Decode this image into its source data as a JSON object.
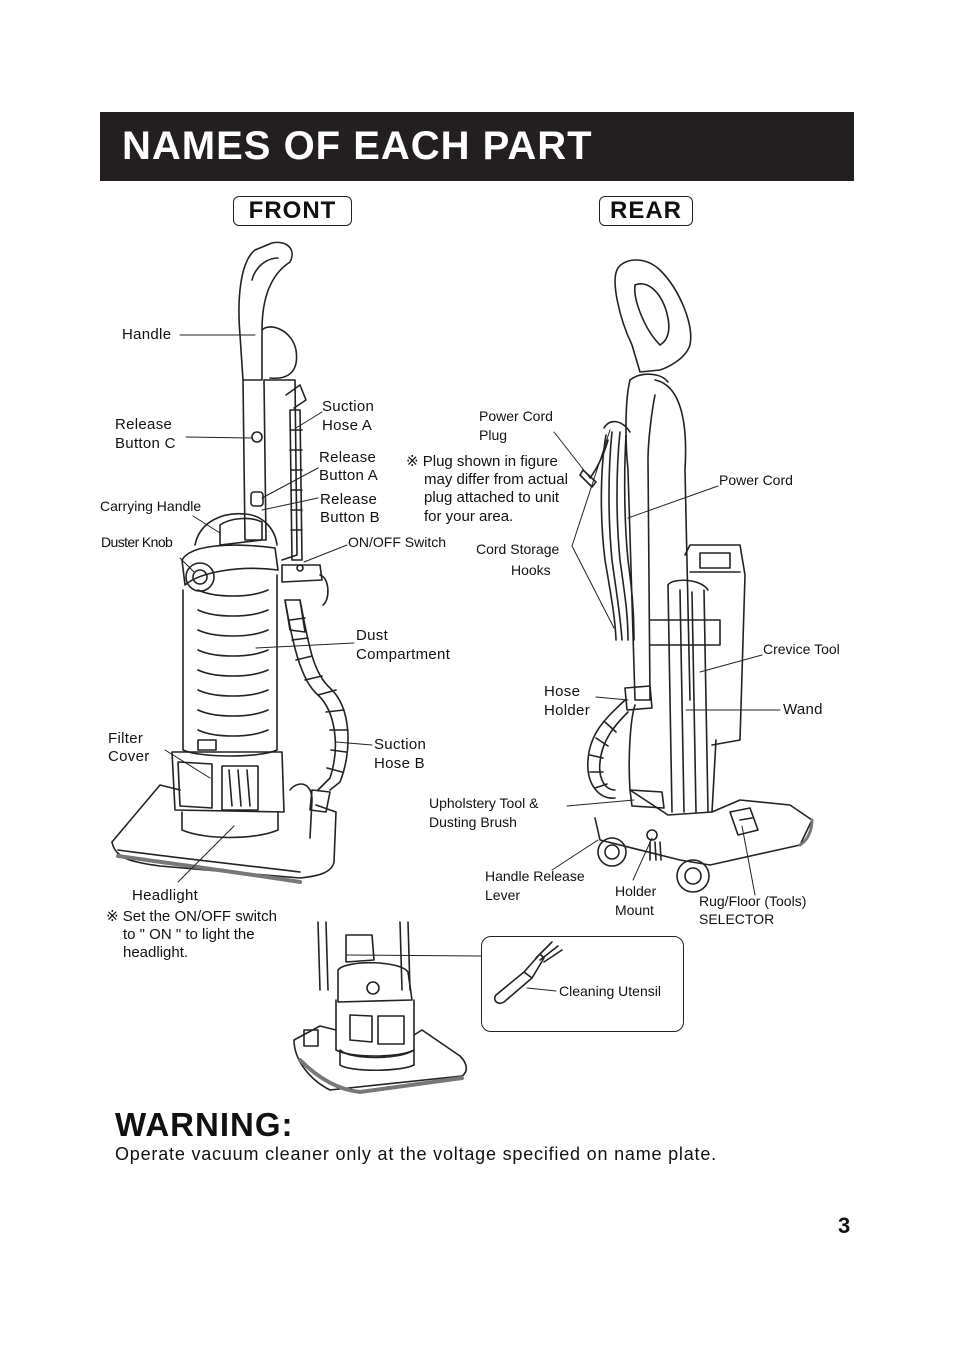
{
  "header": {
    "title": "NAMES OF EACH PART"
  },
  "views": {
    "front": "FRONT",
    "rear": "REAR"
  },
  "front_labels": {
    "handle": "Handle",
    "release_c_1": "Release",
    "release_c_2": "Button C",
    "carrying_handle": "Carrying Handle",
    "duster_knob": "Duster Knob",
    "suction_a_1": "Suction",
    "suction_a_2": "Hose A",
    "release_a_1": "Release",
    "release_a_2": "Button A",
    "release_b_1": "Release",
    "release_b_2": "Button B",
    "onoff_switch": "ON/OFF Switch",
    "dust_1": "Dust",
    "dust_2": "Compartment",
    "filter_1": "Filter",
    "filter_2": "Cover",
    "suction_b_1": "Suction",
    "suction_b_2": "Hose B",
    "headlight": "Headlight",
    "headlight_note_1": "※ Set the ON/OFF switch",
    "headlight_note_2": "to \" ON \" to light the",
    "headlight_note_3": "headlight."
  },
  "rear_labels": {
    "power_cord_plug_1": "Power Cord",
    "power_cord_plug_2": "Plug",
    "plug_note_1": "※ Plug shown in figure",
    "plug_note_2": "may differ from actual",
    "plug_note_3": "plug attached to unit",
    "plug_note_4": "for your area.",
    "power_cord": "Power Cord",
    "cord_storage_1": "Cord Storage",
    "cord_storage_2": "Hooks",
    "crevice_tool": "Crevice Tool",
    "hose_holder_1": "Hose",
    "hose_holder_2": "Holder",
    "wand": "Wand",
    "upholstery_1": "Upholstery Tool  &",
    "upholstery_2": "Dusting Brush",
    "handle_release_1": "Handle Release",
    "handle_release_2": "Lever",
    "holder_mount_1": "Holder",
    "holder_mount_2": "Mount",
    "rug_floor_1": "Rug/Floor (Tools)",
    "rug_floor_2": "SELECTOR"
  },
  "inset": {
    "cleaning_utensil": "Cleaning Utensil"
  },
  "warning": {
    "title": "WARNING:",
    "text": "Operate vacuum cleaner only at the voltage specified on name plate."
  },
  "page_number": "3"
}
